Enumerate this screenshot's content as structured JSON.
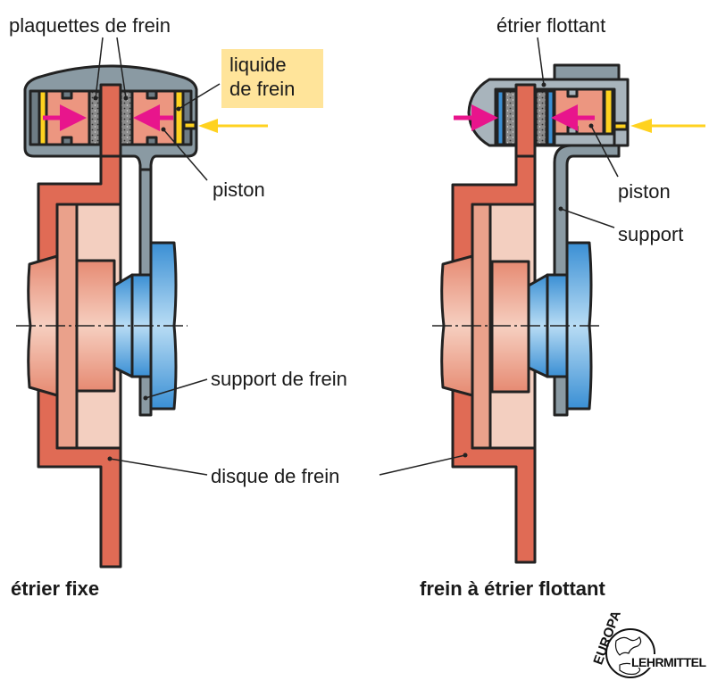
{
  "left": {
    "caption": "étrier fixe",
    "labels": {
      "pads": "plaquettes de frein",
      "fluid_line1": "liquide",
      "fluid_line2": "de frein",
      "piston": "piston",
      "support": "support de frein",
      "disc": "disque de frein"
    }
  },
  "right": {
    "caption": "frein à étrier flottant",
    "labels": {
      "caliper": "étrier flottant",
      "piston": "piston",
      "support": "support"
    }
  },
  "logo": {
    "top": "EUROPA",
    "bottom": "LEHRMITTEL"
  },
  "colors": {
    "disc": "#e06b55",
    "caliper_fixed": "#8a9aa3",
    "caliper_floating": "#a8b4bc",
    "piston": "#ec9680",
    "fluid": "#ffd21f",
    "hub_blue": "#3f95d6",
    "arrow_force": "#e8158c",
    "fluid_label_bg": "#ffe49a",
    "plate_blue": "#3a8fd4"
  }
}
